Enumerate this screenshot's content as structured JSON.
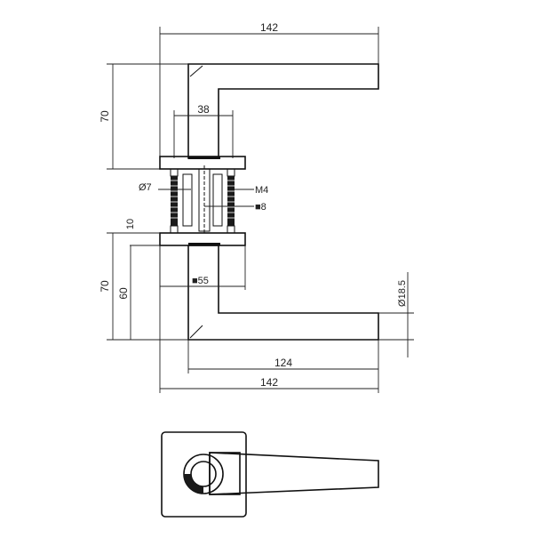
{
  "drawing": {
    "top_lever": {
      "overall_width": "142",
      "height": "70",
      "spindle_spacing": "38"
    },
    "fixings": {
      "diameter": "Ø7",
      "thread": "M4",
      "spindle": "■8"
    },
    "bottom_lever": {
      "rose_thickness": "10",
      "height": "70",
      "rose_to_grip": "60",
      "rose_width": "■55",
      "grip_diameter": "Ø18.5",
      "grip_length": "124",
      "overall_width": "142"
    }
  },
  "colors": {
    "line": "#111111",
    "fill_dark": "#1a1a1a",
    "background": "#ffffff"
  }
}
